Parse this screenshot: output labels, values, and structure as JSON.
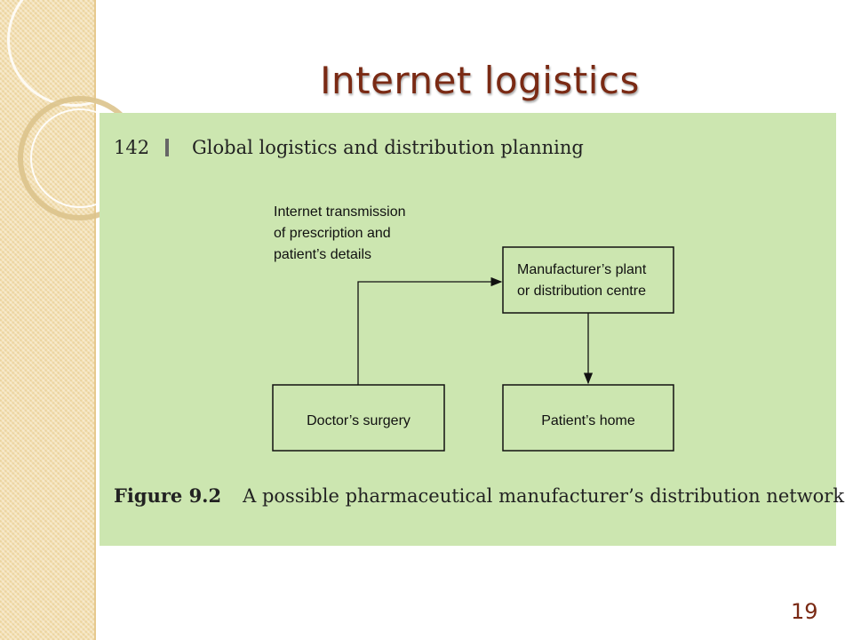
{
  "slide": {
    "title": "Internet logistics",
    "page_number": "19"
  },
  "figure": {
    "running_head": {
      "page": "142",
      "text": "Global logistics and distribution planning"
    },
    "note": [
      "Internet transmission",
      "of prescription and",
      "patient’s details"
    ],
    "boxes": {
      "manufacturer": [
        "Manufacturer’s plant",
        "or distribution centre"
      ],
      "doctor": "Doctor’s surgery",
      "patient": "Patient’s home"
    },
    "caption": {
      "label": "Figure 9.2",
      "text": "A possible pharmaceutical manufacturer’s distribution network"
    }
  },
  "colors": {
    "title": "#7a2a14",
    "panel": "#cce6b0",
    "sidebar": "#f3dfb0"
  }
}
